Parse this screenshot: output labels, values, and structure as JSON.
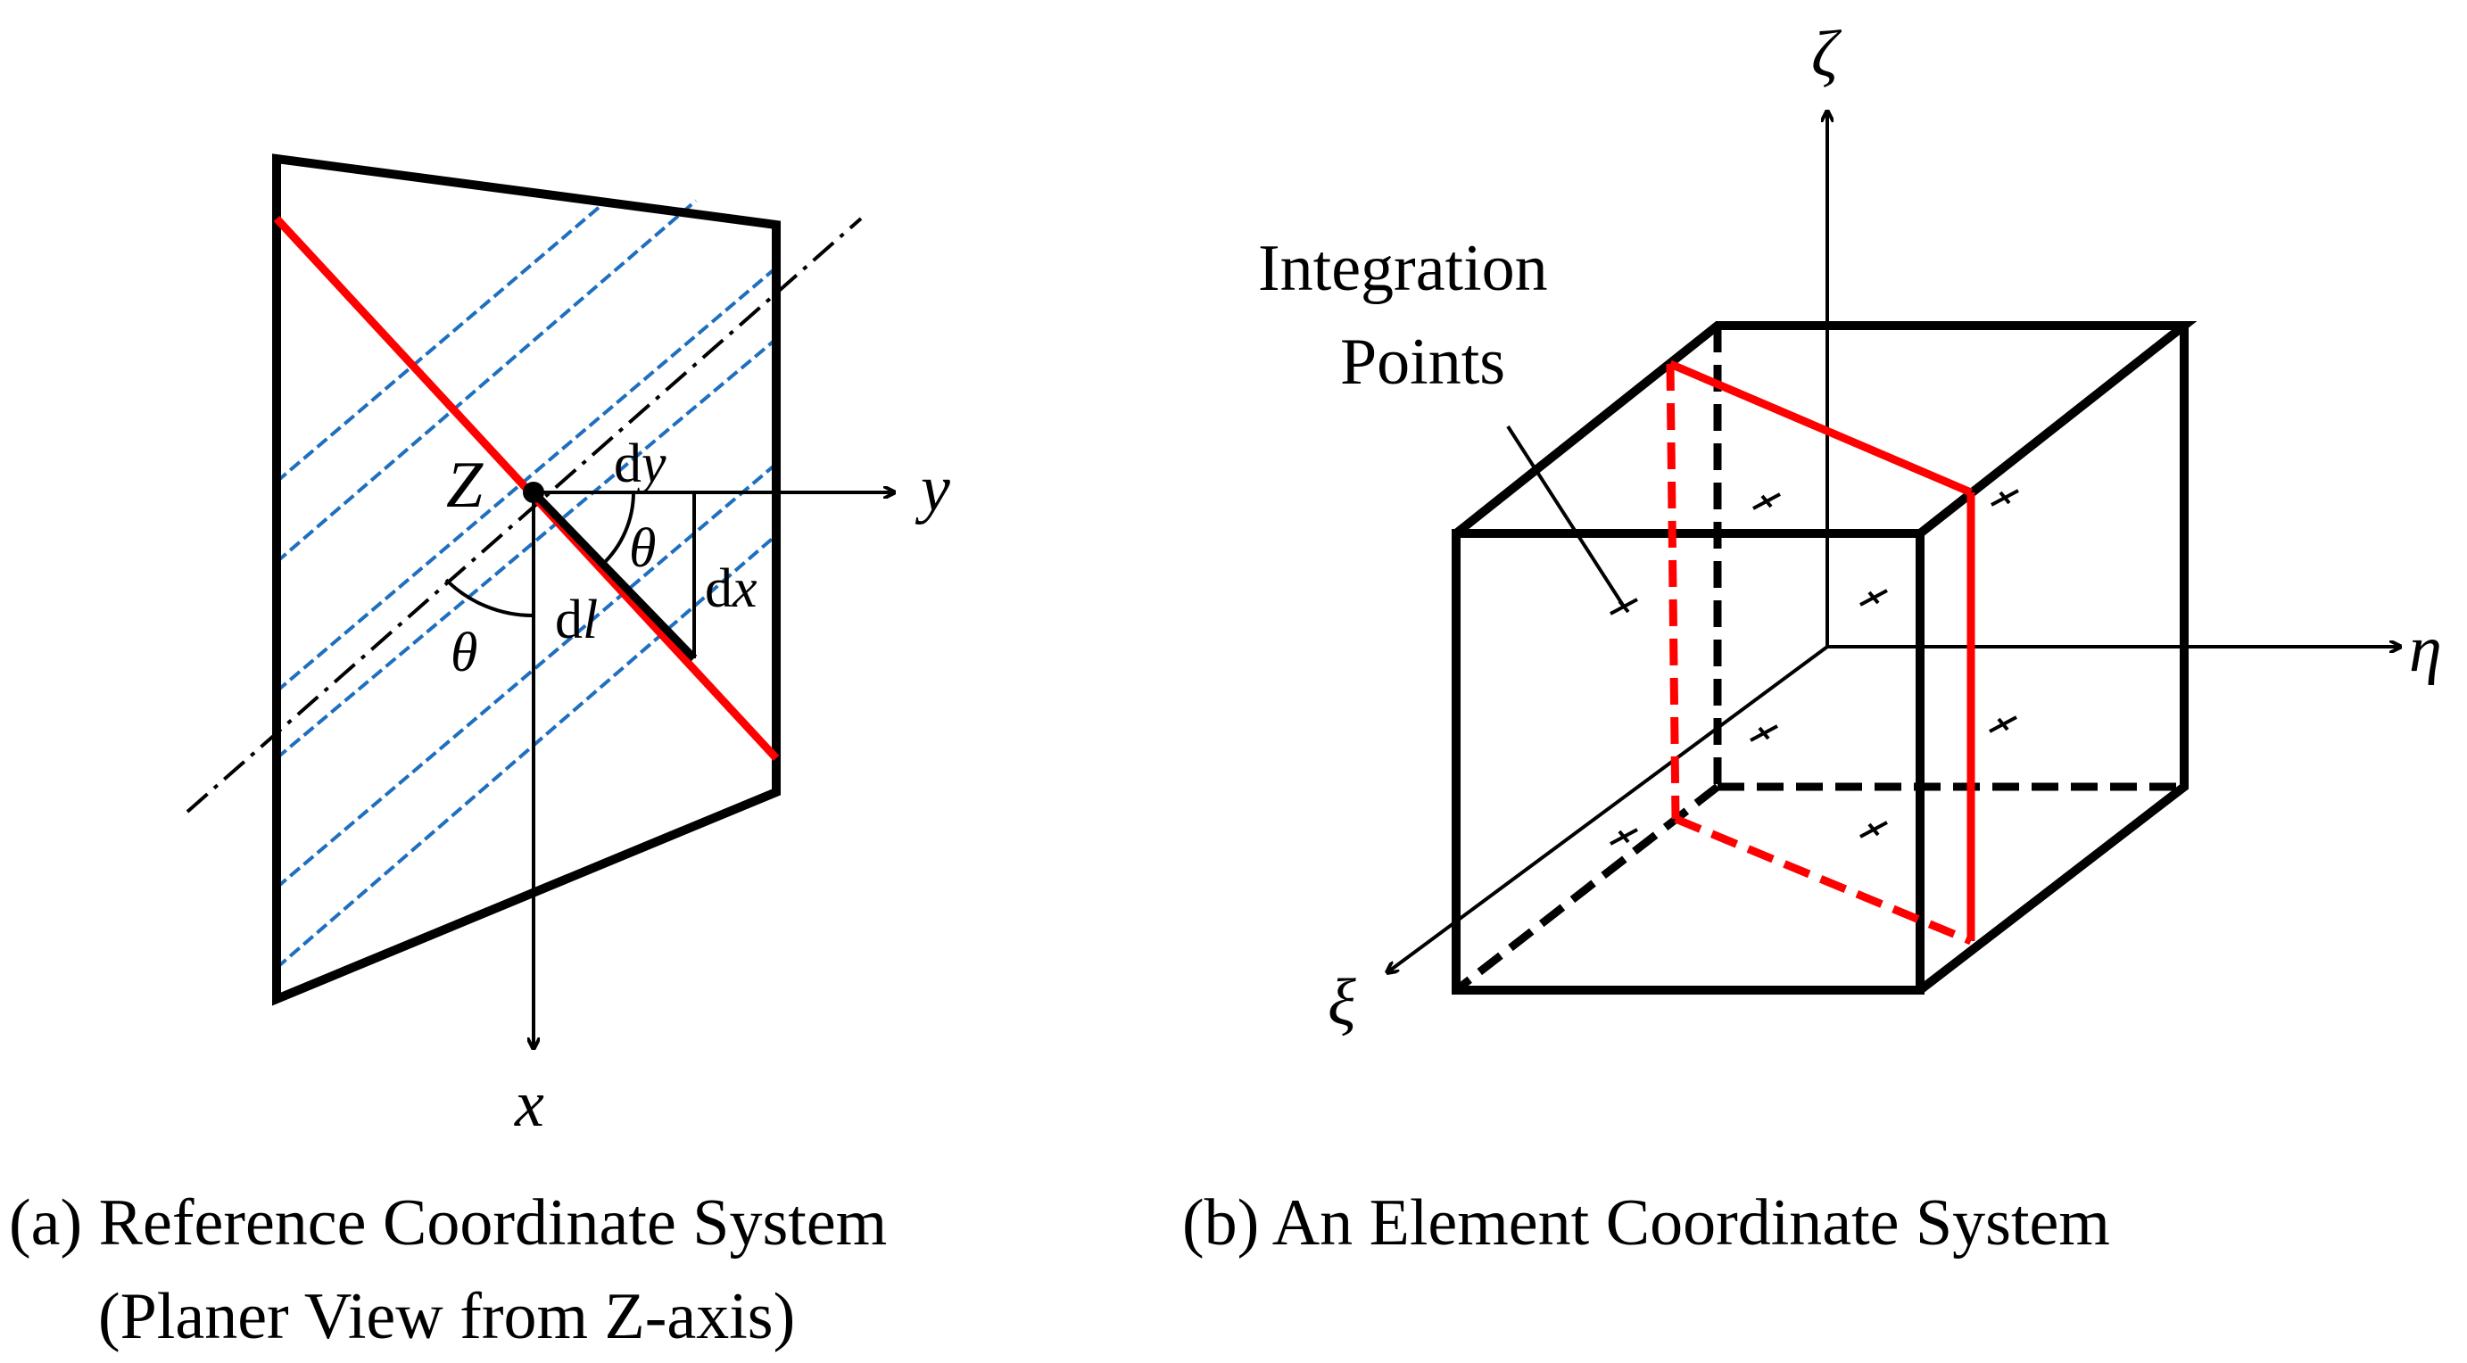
{
  "panel_a": {
    "labels": {
      "origin": "Z",
      "dy_prefix": "d",
      "dy_var": "y",
      "dx_prefix": "d",
      "dx_var": "x",
      "dl_prefix": "d",
      "dl_var": "l",
      "theta_1": "θ",
      "theta_2": "θ",
      "axis_y": "y",
      "axis_x": "x"
    },
    "caption_line1": "(a) Reference Coordinate System",
    "caption_line2": "(Planer View from Z-axis)"
  },
  "panel_b": {
    "labels": {
      "integration_line1": "Integration",
      "integration_line2": "Points",
      "axis_zeta": "ζ",
      "axis_eta": "η",
      "axis_xi": "ξ"
    },
    "caption": "(b) An Element Coordinate System"
  },
  "colors": {
    "outline": "#000000",
    "section_red": "#ff0000",
    "hatch_blue": "#1f6fbf"
  }
}
